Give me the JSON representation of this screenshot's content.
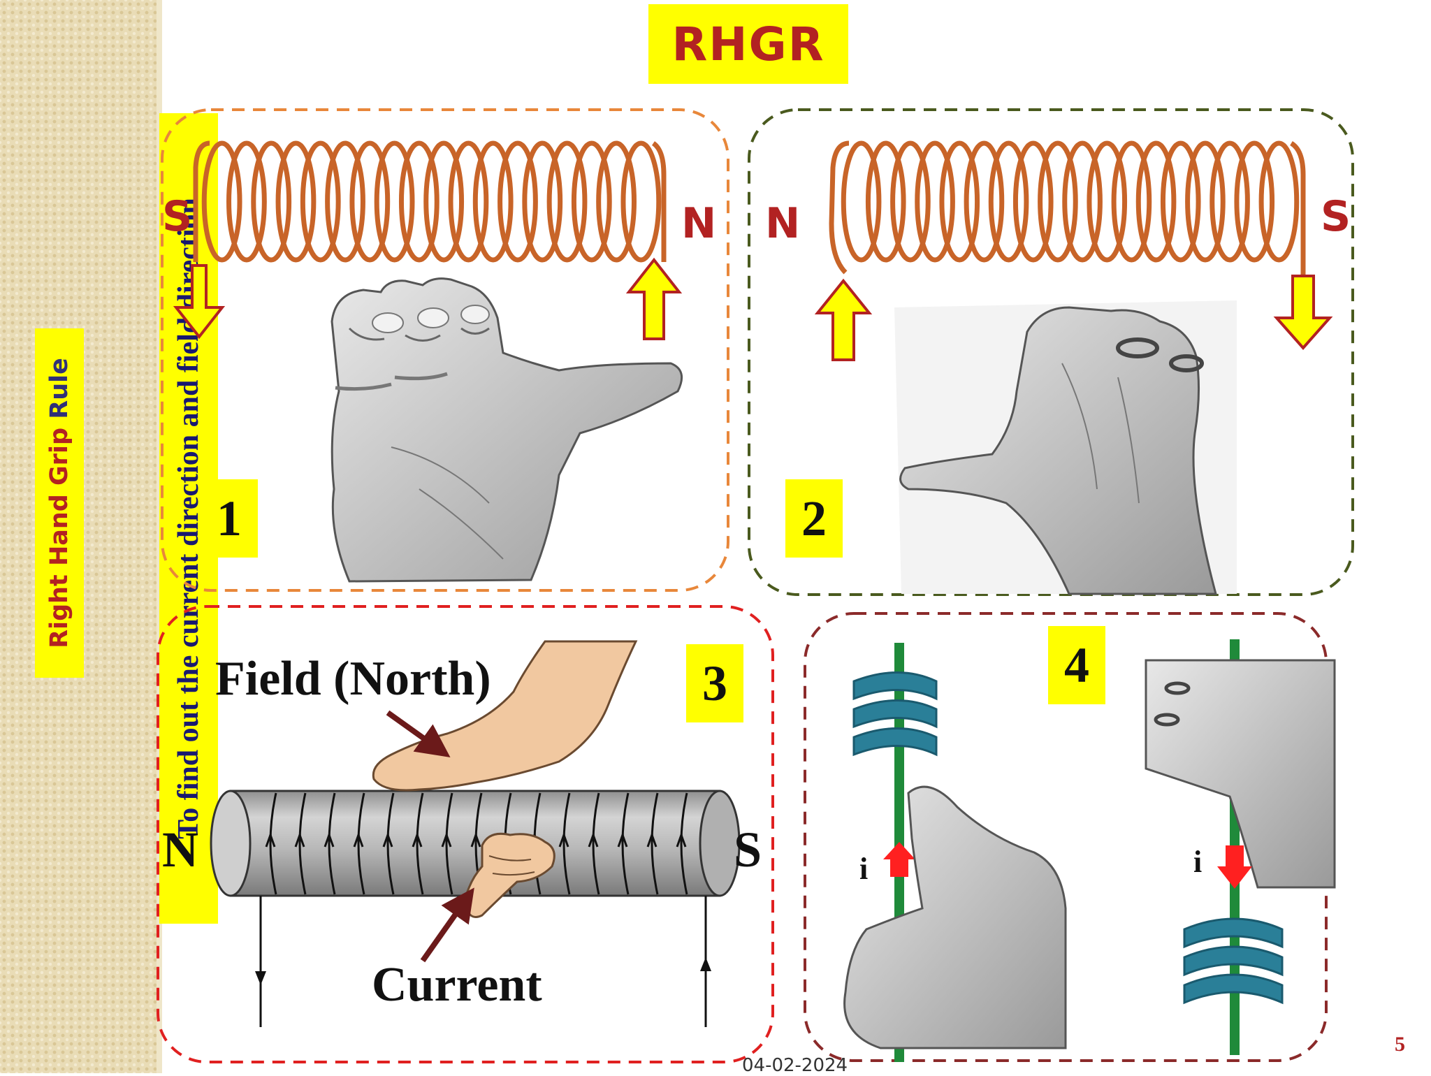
{
  "title": "RHGR",
  "side_label": {
    "part1": "Right Hand Grip",
    "part2": "Rule"
  },
  "side_subtitle": "To find out the current direction and field direction",
  "panels": [
    {
      "number": "1",
      "left_pole": "S",
      "right_pole": "N"
    },
    {
      "number": "2",
      "left_pole": "N",
      "right_pole": "S"
    },
    {
      "number": "3",
      "left_pole": "N",
      "right_pole": "S",
      "field_label": "Field (North)",
      "current_label": "Current"
    },
    {
      "number": "4",
      "current_symbol_left": "i",
      "current_symbol_right": "i"
    }
  ],
  "footer": {
    "date": "04-02-2024",
    "page_number": "5"
  },
  "colors": {
    "accent_yellow": "#ffff00",
    "title_red": "#b22222",
    "panel1_border": "#e8873a",
    "panel2_border": "#4a5a1e",
    "panel3_border": "#e02020",
    "panel4_border": "#8b2a2a",
    "coil_copper": "#c86428",
    "wire_green": "#1f8a3a",
    "helix_teal": "#2a7f98"
  }
}
